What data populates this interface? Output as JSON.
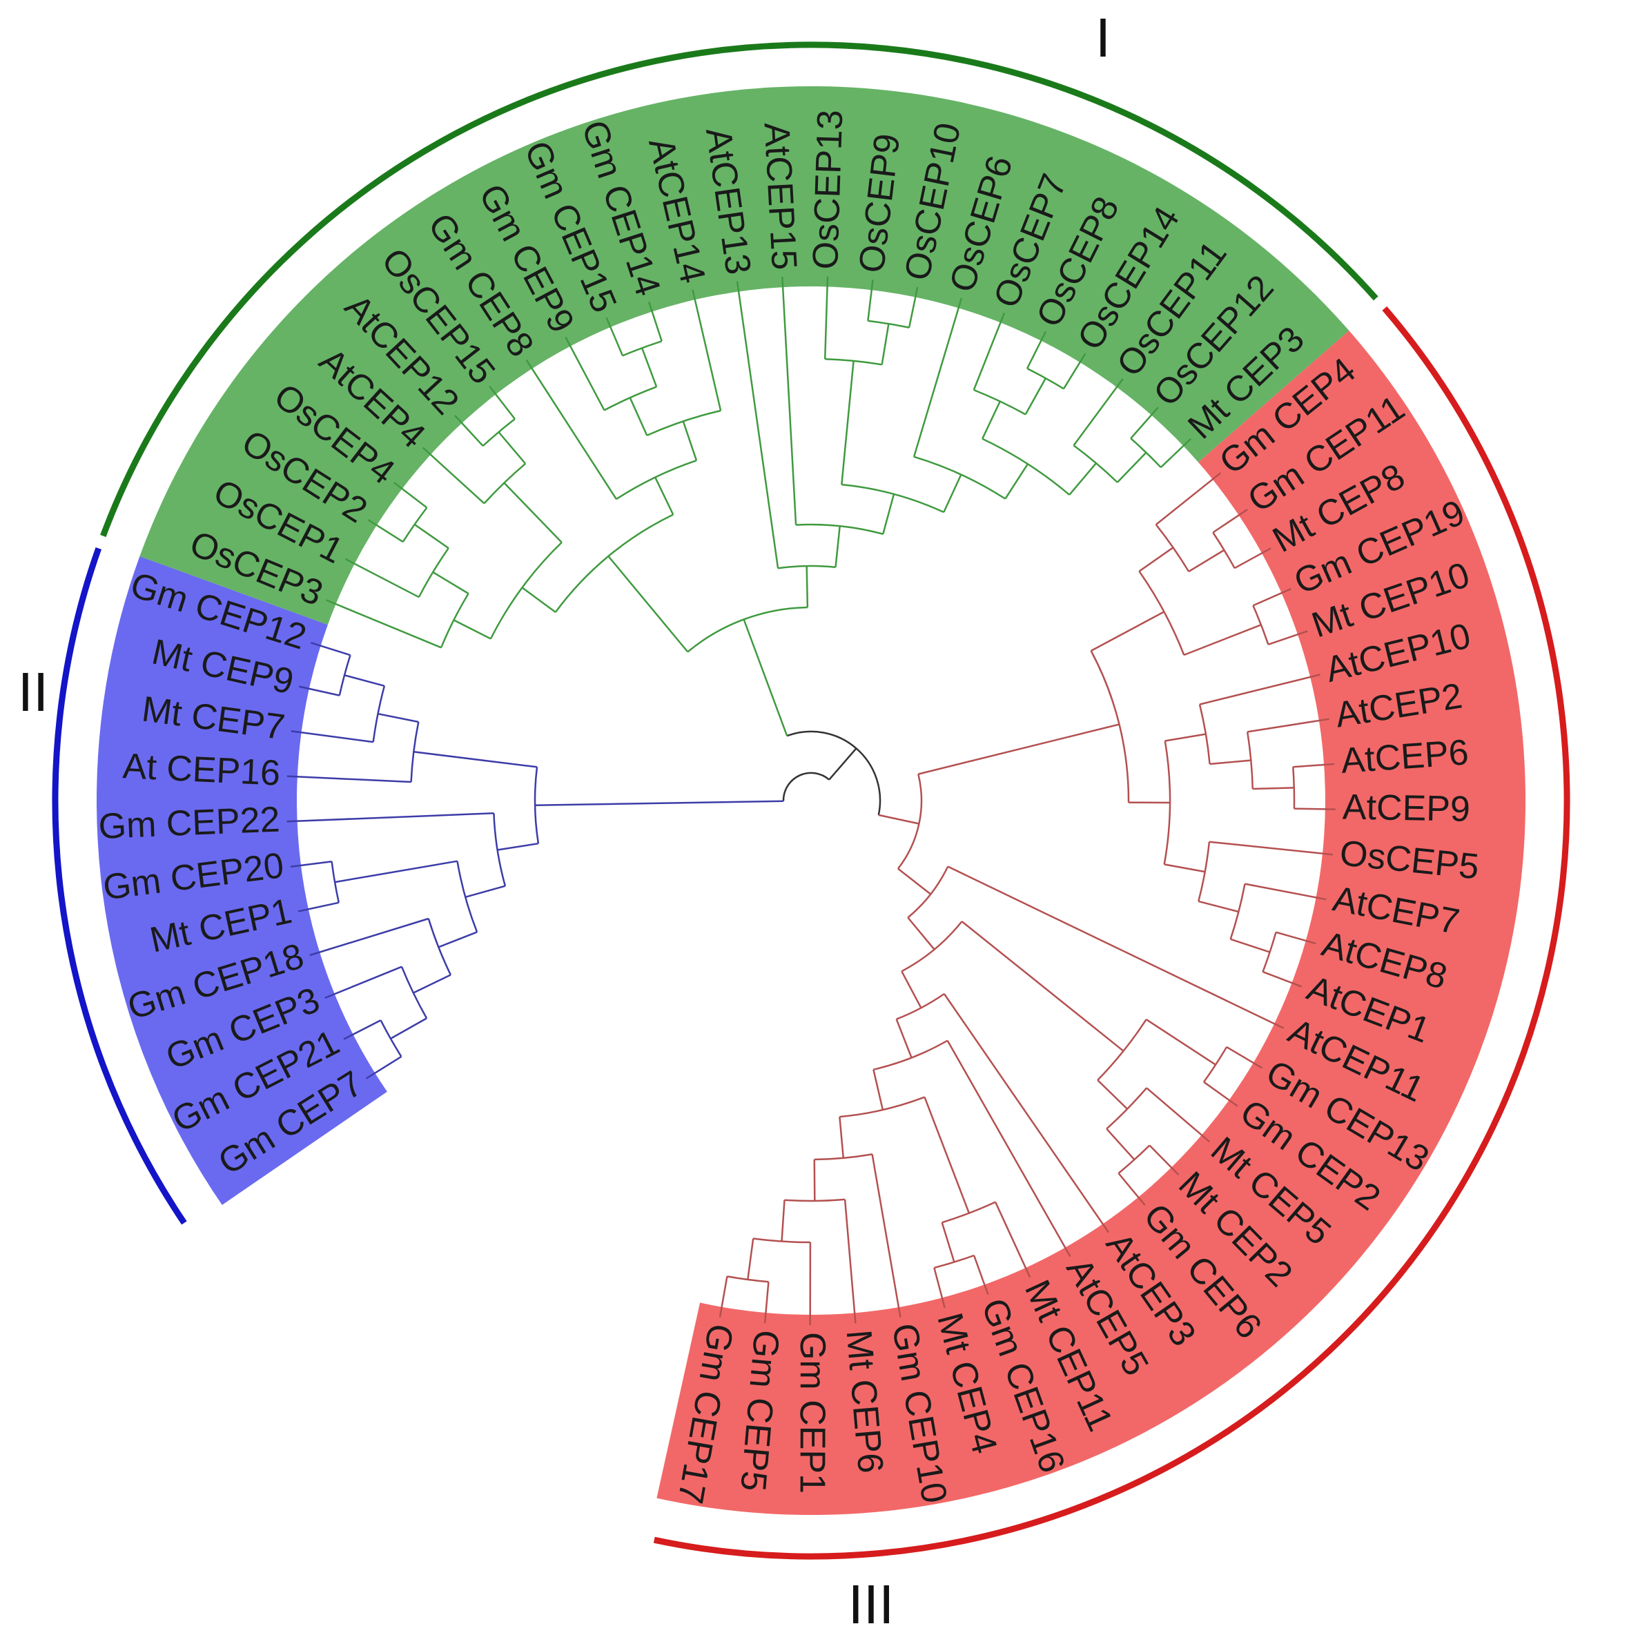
{
  "colors": {
    "I": {
      "band": "#66b366",
      "arc": "#1a7a1a",
      "branch": "#3f9a3f"
    },
    "II": {
      "band": "#6a6af0",
      "arc": "#1414c8",
      "branch": "#3c3ca8"
    },
    "III": {
      "band": "#f26868",
      "arc": "#d61c1c",
      "branch": "#b45050"
    },
    "root": "#333333"
  },
  "clades": [
    {
      "id": "I",
      "label": "I"
    },
    {
      "id": "II",
      "label": "II"
    },
    {
      "id": "III",
      "label": "III"
    }
  ],
  "tree": {
    "children": [
      {
        "clade": "II",
        "children": [
          {
            "children": [
              {
                "children": [
                  {
                    "children": [
                      {
                        "children": [
                          {
                            "children": [
                              {
                                "name": "Gm CEP7"
                              },
                              {
                                "name": "Gm CEP21"
                              }
                            ]
                          },
                          {
                            "name": "Gm CEP3"
                          }
                        ]
                      },
                      {
                        "name": "Gm CEP18"
                      }
                    ]
                  },
                  {
                    "children": [
                      {
                        "name": "Mt CEP1"
                      },
                      {
                        "name": "Gm CEP20"
                      }
                    ]
                  }
                ]
              },
              {
                "name": "Gm CEP22"
              }
            ]
          },
          {
            "children": [
              {
                "name": "At CEP16"
              },
              {
                "children": [
                  {
                    "name": "Mt CEP7"
                  },
                  {
                    "children": [
                      {
                        "name": "Mt CEP9"
                      },
                      {
                        "name": "Gm CEP12"
                      }
                    ]
                  }
                ]
              }
            ]
          }
        ]
      },
      {
        "children": [
          {
            "clade": "I",
            "children": [
              {
                "children": [
                  {
                    "children": [
                      {
                        "children": [
                          {
                            "name": "OsCEP3"
                          },
                          {
                            "children": [
                              {
                                "name": "OsCEP1"
                              },
                              {
                                "children": [
                                  {
                                    "name": "OsCEP2"
                                  },
                                  {
                                    "name": "OsCEP4"
                                  }
                                ]
                              }
                            ]
                          }
                        ]
                      },
                      {
                        "children": [
                          {
                            "name": "AtCEP4"
                          },
                          {
                            "children": [
                              {
                                "name": "AtCEP12"
                              },
                              {
                                "name": "OsCEP15"
                              }
                            ]
                          }
                        ]
                      }
                    ]
                  },
                  {
                    "children": [
                      {
                        "name": "Gm CEP8"
                      },
                      {
                        "children": [
                          {
                            "children": [
                              {
                                "name": "Gm CEP9"
                              },
                              {
                                "children": [
                                  {
                                    "name": "Gm CEP15"
                                  },
                                  {
                                    "name": "Gm CEP14"
                                  }
                                ]
                              }
                            ]
                          },
                          {
                            "name": "AtCEP14"
                          }
                        ]
                      }
                    ]
                  }
                ]
              },
              {
                "children": [
                  {
                    "name": "AtCEP13"
                  },
                  {
                    "children": [
                      {
                        "name": "AtCEP15"
                      },
                      {
                        "children": [
                          {
                            "children": [
                              {
                                "name": "OsCEP13"
                              },
                              {
                                "children": [
                                  {
                                    "name": "OsCEP9"
                                  },
                                  {
                                    "name": "OsCEP10"
                                  }
                                ]
                              }
                            ]
                          },
                          {
                            "children": [
                              {
                                "name": "OsCEP6"
                              },
                              {
                                "children": [
                                  {
                                    "children": [
                                      {
                                        "name": "OsCEP7"
                                      },
                                      {
                                        "children": [
                                          {
                                            "name": "OsCEP8"
                                          },
                                          {
                                            "name": "OsCEP14"
                                          }
                                        ]
                                      }
                                    ]
                                  },
                                  {
                                    "children": [
                                      {
                                        "name": "OsCEP11"
                                      },
                                      {
                                        "children": [
                                          {
                                            "name": "OsCEP12"
                                          },
                                          {
                                            "name": "Mt CEP3"
                                          }
                                        ]
                                      }
                                    ]
                                  }
                                ]
                              }
                            ]
                          }
                        ]
                      }
                    ]
                  }
                ]
              }
            ]
          },
          {
            "clade": "III",
            "children": [
              {
                "children": [
                  {
                    "children": [
                      {
                        "children": [
                          {
                            "name": "Gm CEP4"
                          },
                          {
                            "children": [
                              {
                                "name": "Gm CEP11"
                              },
                              {
                                "name": "Mt CEP8"
                              }
                            ]
                          }
                        ]
                      },
                      {
                        "children": [
                          {
                            "name": "Gm CEP19"
                          },
                          {
                            "name": "Mt CEP10"
                          }
                        ]
                      }
                    ]
                  },
                  {
                    "children": [
                      {
                        "children": [
                          {
                            "name": "AtCEP10"
                          },
                          {
                            "children": [
                              {
                                "name": "AtCEP2"
                              },
                              {
                                "children": [
                                  {
                                    "name": "AtCEP6"
                                  },
                                  {
                                    "name": "AtCEP9"
                                  }
                                ]
                              }
                            ]
                          }
                        ]
                      },
                      {
                        "children": [
                          {
                            "name": "OsCEP5"
                          },
                          {
                            "children": [
                              {
                                "name": "AtCEP7"
                              },
                              {
                                "children": [
                                  {
                                    "name": "AtCEP8"
                                  },
                                  {
                                    "name": "AtCEP1"
                                  }
                                ]
                              }
                            ]
                          }
                        ]
                      }
                    ]
                  }
                ]
              },
              {
                "children": [
                  {
                    "name": "AtCEP11"
                  },
                  {
                    "children": [
                      {
                        "children": [
                          {
                            "children": [
                              {
                                "name": "Gm CEP13"
                              },
                              {
                                "name": "Gm CEP2"
                              }
                            ]
                          },
                          {
                            "children": [
                              {
                                "name": "Mt CEP5"
                              },
                              {
                                "children": [
                                  {
                                    "name": "Mt CEP2"
                                  },
                                  {
                                    "name": "Gm CEP6"
                                  }
                                ]
                              }
                            ]
                          }
                        ]
                      },
                      {
                        "children": [
                          {
                            "name": "AtCEP3"
                          },
                          {
                            "children": [
                              {
                                "name": "AtCEP5"
                              },
                              {
                                "children": [
                                  {
                                    "children": [
                                      {
                                        "name": "Mt CEP11"
                                      },
                                      {
                                        "children": [
                                          {
                                            "name": "Gm CEP16"
                                          },
                                          {
                                            "name": "Mt CEP4"
                                          }
                                        ]
                                      }
                                    ]
                                  },
                                  {
                                    "children": [
                                      {
                                        "name": "Gm CEP10"
                                      },
                                      {
                                        "children": [
                                          {
                                            "name": "Mt CEP6"
                                          },
                                          {
                                            "children": [
                                              {
                                                "name": "Gm CEP1"
                                              },
                                              {
                                                "children": [
                                                  {
                                                    "name": "Gm CEP5"
                                                  },
                                                  {
                                                    "name": "Gm CEP17"
                                                  }
                                                ]
                                              }
                                            ]
                                          }
                                        ]
                                      }
                                    ]
                                  }
                                ]
                              }
                            ]
                          }
                        ]
                      }
                    ]
                  }
                ]
              }
            ]
          }
        ]
      }
    ]
  }
}
